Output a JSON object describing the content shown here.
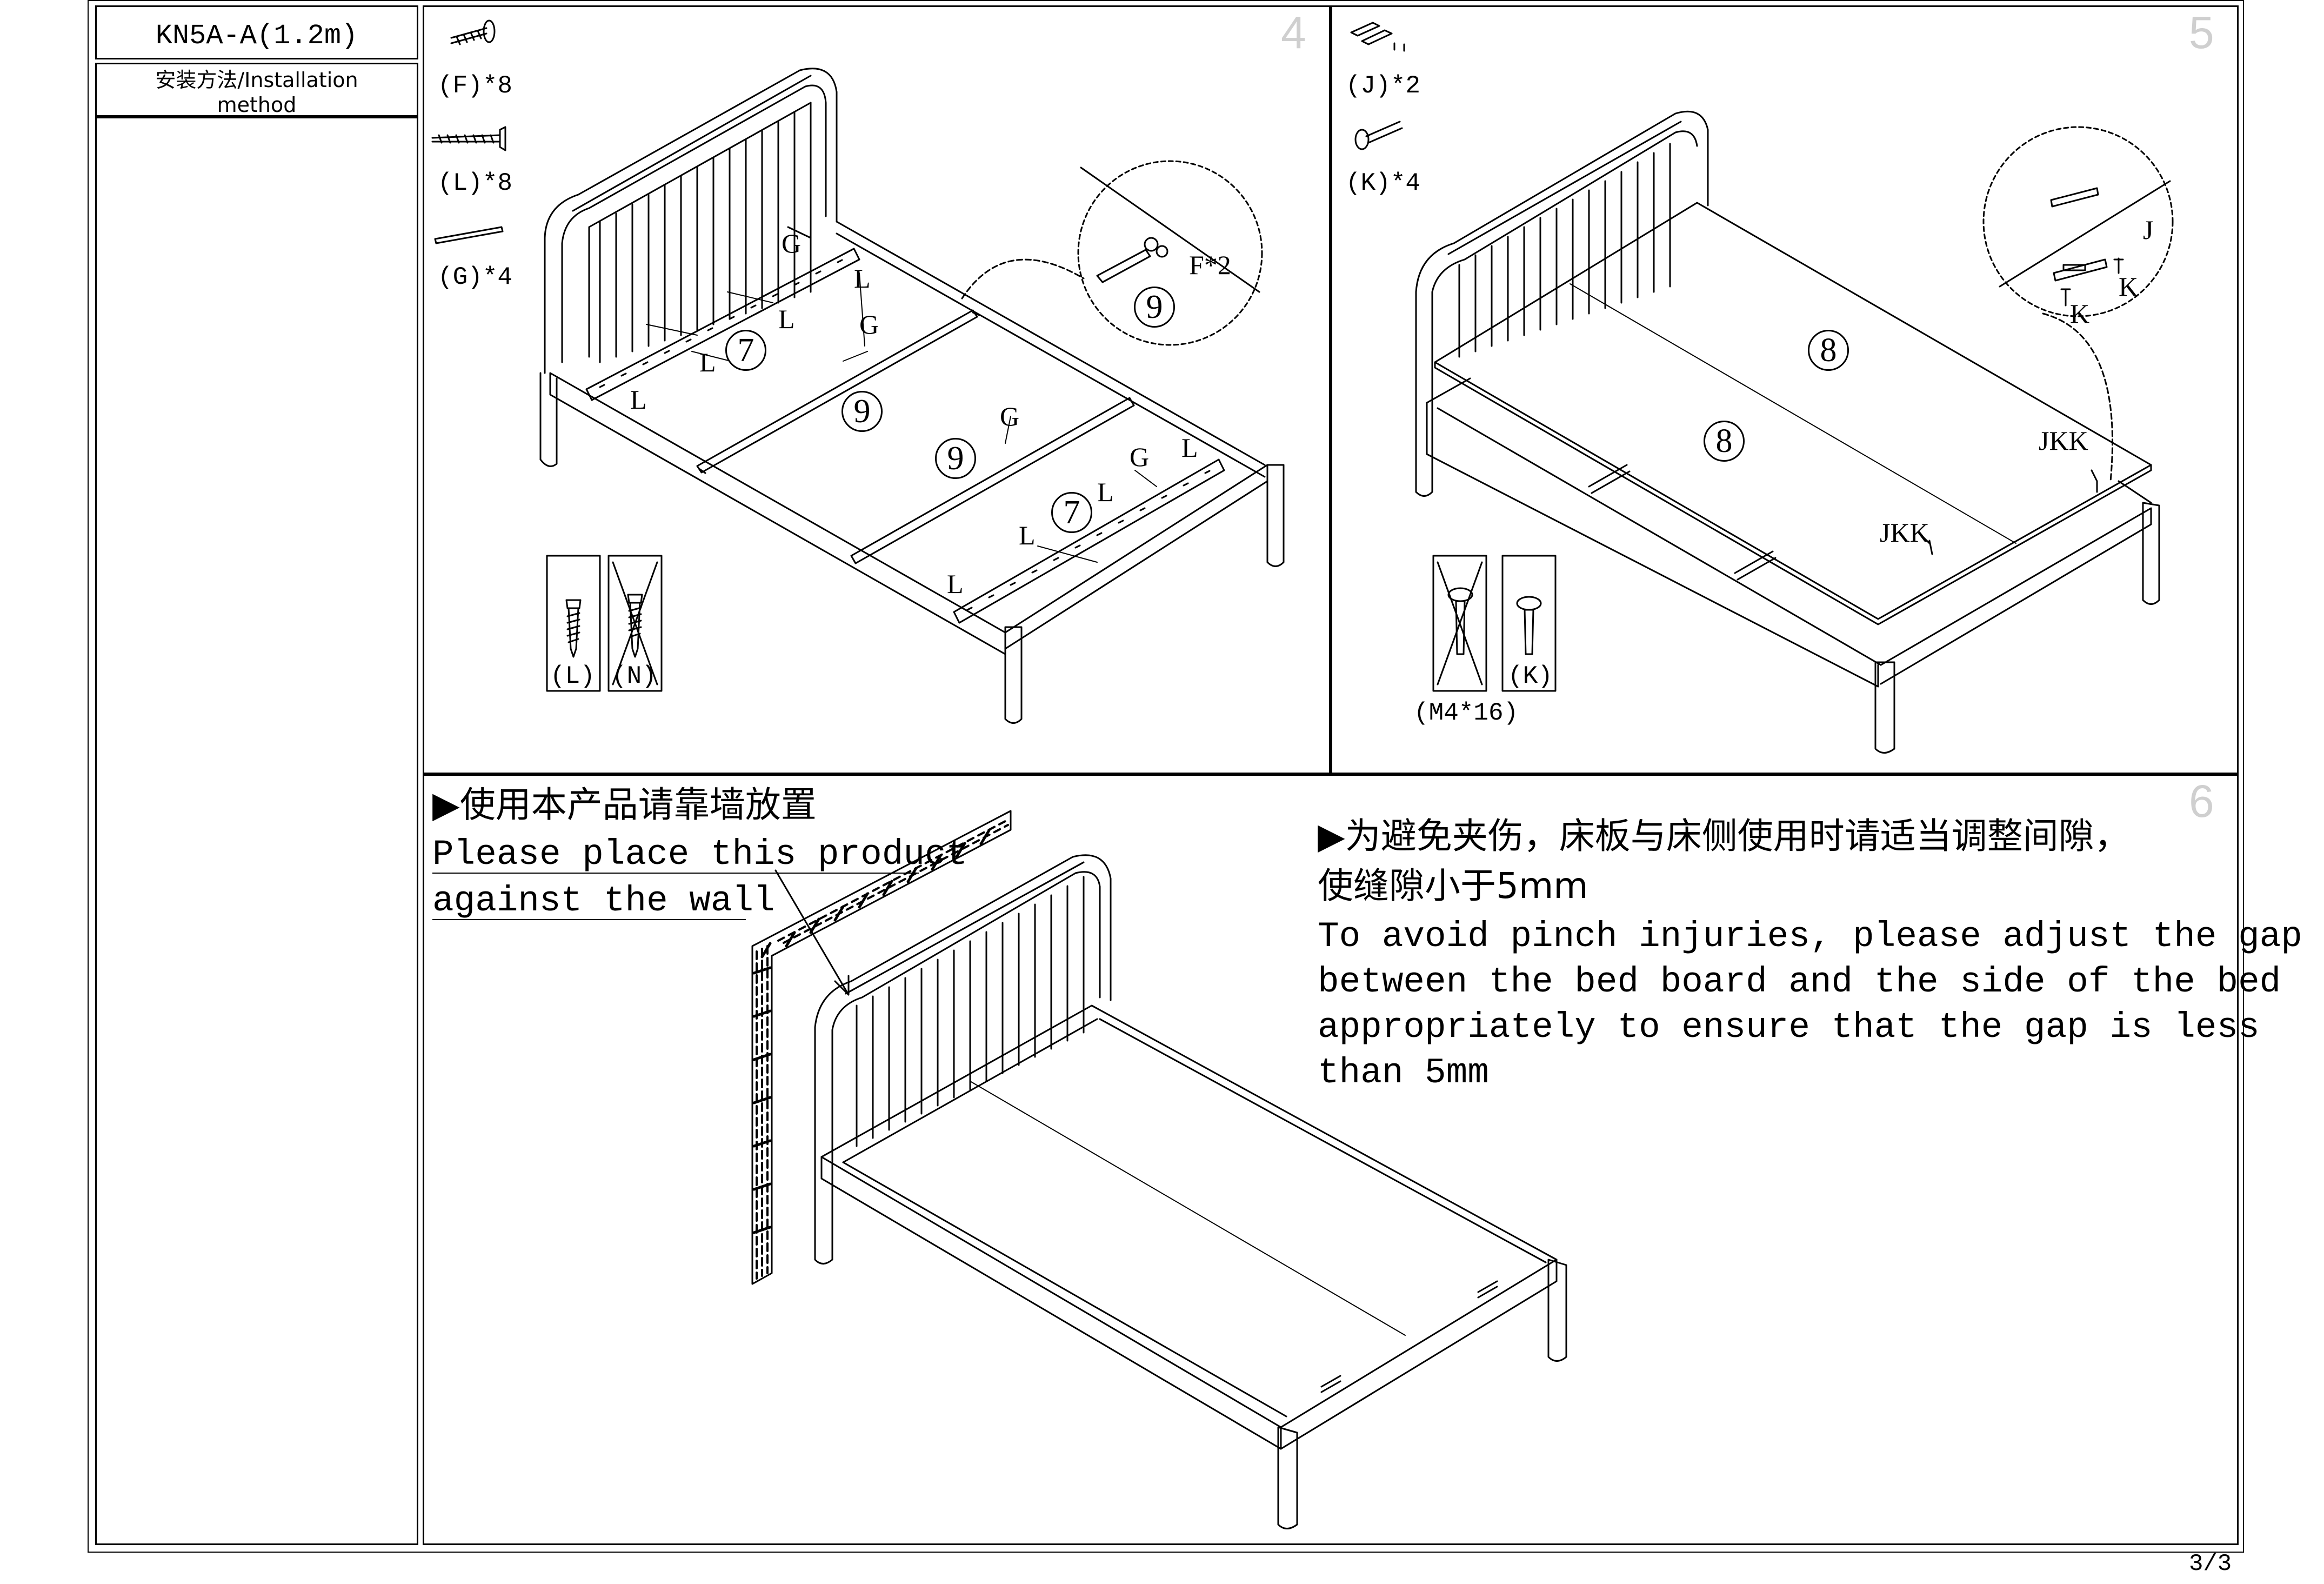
{
  "header": {
    "model": "KN5A-A(1.2m)",
    "method_label": "安装方法/Installation method"
  },
  "page_number": "3/3",
  "step4": {
    "number": "4",
    "parts": [
      "(F)*8",
      "(L)*8",
      "(G)*4"
    ],
    "screw_labels": [
      "(L)",
      "(N)"
    ],
    "detail_label": "F*2",
    "labels": {
      "g": "G",
      "l": "L"
    },
    "circled": [
      "7",
      "9",
      "9",
      "7",
      "9"
    ]
  },
  "step5": {
    "number": "5",
    "parts": [
      "(J)*2",
      "(K)*4"
    ],
    "screw_labels": [
      "(K)",
      "(M4*16)"
    ],
    "detail_labels": [
      "J",
      "K",
      "K"
    ],
    "jkk_label": "JKK",
    "circled": [
      "8",
      "8"
    ]
  },
  "step6": {
    "number": "6",
    "left_zh": "▶使用本产品请靠墙放置",
    "left_en": [
      "Please place this product",
      "against the wall"
    ],
    "right_zh": [
      "▶为避免夹伤，床板与床侧使用时请适当调整间隙，",
      "使缝隙小于5mm"
    ],
    "right_en": [
      "To avoid pinch injuries, please adjust the gap",
      "between the bed board and the side of the bed",
      "appropriately to ensure that the gap is less",
      "than 5mm"
    ]
  }
}
